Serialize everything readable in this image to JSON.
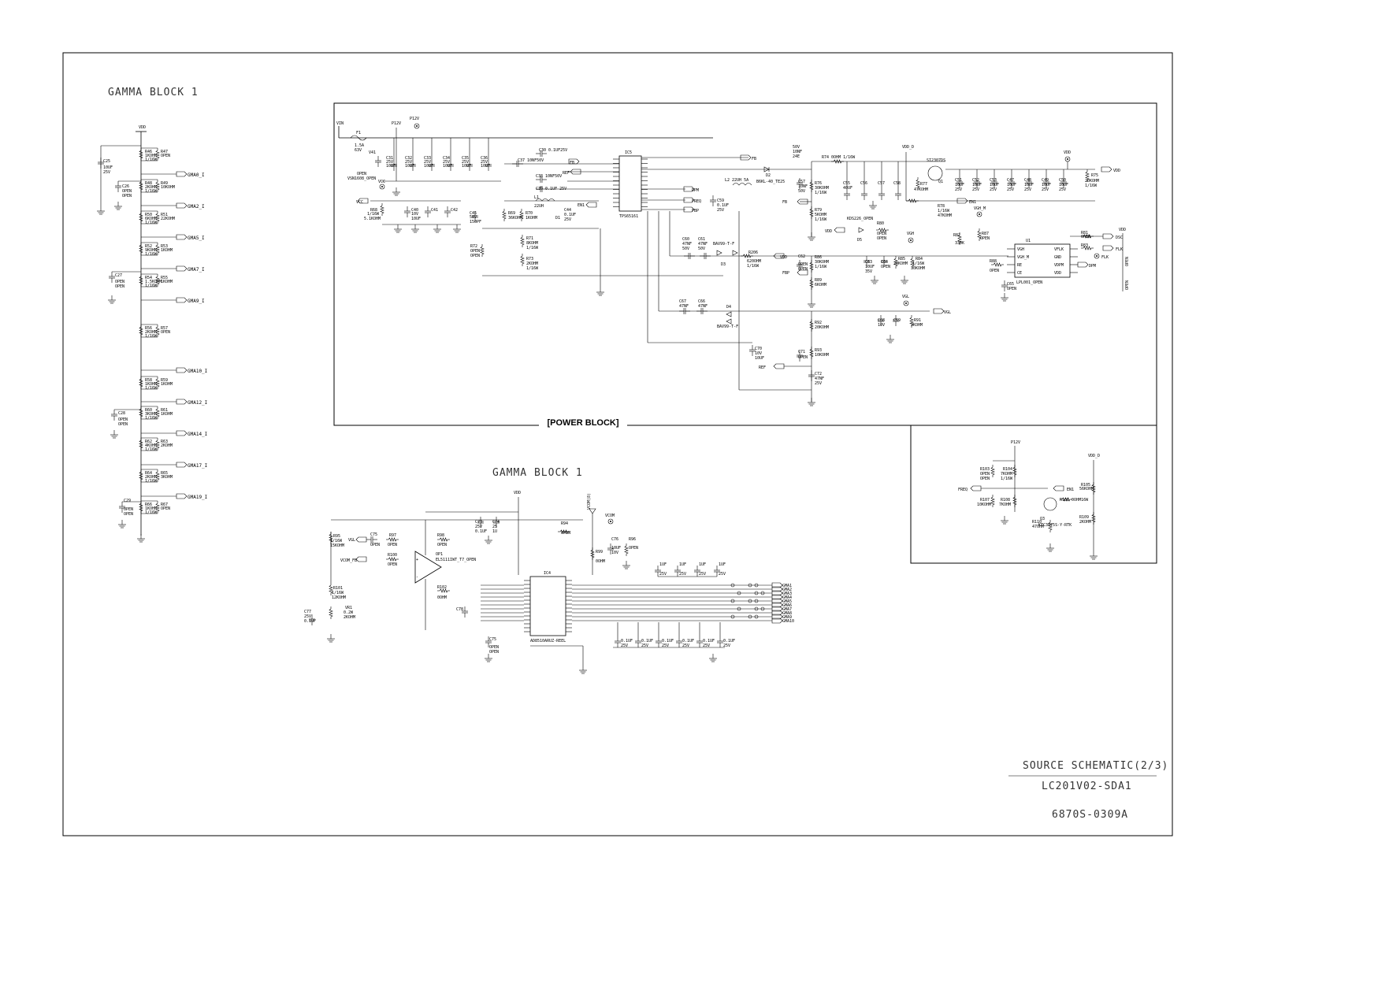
{
  "titles": {
    "gamma1": "GAMMA BLOCK 1",
    "gamma2": "GAMMA BLOCK 1",
    "power": "[POWER BLOCK]"
  },
  "title_block": {
    "title": "SOURCE SCHEMATIC(2/3)",
    "model": "LC201V02-SDA1",
    "doc_no": "6870S-0309A"
  },
  "nets": {
    "vdd": "VDD",
    "vin": "VIN",
    "p12v": "P12V",
    "vdd_d": "VDD_D",
    "vgh": "VGH",
    "vgl": "VGL",
    "vcc": "VCC",
    "vcom": "VCOM",
    "vcom_fb": "VCOM_FB",
    "freq": "FREQ",
    "fbp": "FBP",
    "fb": "FB",
    "fbn": "FBN",
    "ref": "REF",
    "en1": "EN1",
    "dpm": "DPM",
    "dsc": "DSC",
    "flk": "FLK",
    "vgh_m": "VGH_M",
    "vcom_8": "VCOM(8)"
  },
  "gamma_outputs": [
    "GMA0_I",
    "GMA2_I",
    "GMA5_I",
    "GMA7_I",
    "GMA9_I",
    "GMA10_I",
    "GMA12_I",
    "GMA14_I",
    "GMA17_I",
    "GMA19_I"
  ],
  "gamma_resistors": [
    {
      "ref": "R46",
      "val": "1KOHM",
      "ref2": "R47",
      "val2": "OPEN"
    },
    {
      "ref": "R48",
      "val": "2KOHM",
      "ref2": "R49",
      "val2": "10KOHM"
    },
    {
      "ref": "R50",
      "val": "6KOHM",
      "ref2": "R51",
      "val2": "22KOHM"
    },
    {
      "ref": "R52",
      "val": "9KOHM",
      "ref2": "R53",
      "val2": "1KOHM"
    },
    {
      "ref": "R54",
      "val": "1.5KOHM",
      "ref2": "R55",
      "val2": "1KOHM"
    },
    {
      "ref": "R56",
      "val": "2KOHM",
      "ref2": "R57",
      "val2": "OPEN"
    },
    {
      "ref": "R58",
      "val": "1KOHM",
      "ref2": "R59",
      "val2": "1KOHM"
    },
    {
      "ref": "R60",
      "val": "3KOHM",
      "ref2": "R61",
      "val2": "1KOHM"
    },
    {
      "ref": "R62",
      "val": "4KOHM",
      "ref2": "R63",
      "val2": "2KOHM"
    },
    {
      "ref": "R64",
      "val": "2KOHM",
      "ref2": "R65",
      "val2": "3KOHM"
    },
    {
      "ref": "R66",
      "val": "1KOHM",
      "ref2": "R67",
      "val2": "OPEN"
    }
  ],
  "power_caps": [
    {
      "ref": "C31",
      "v": "25V",
      "val": "10UF"
    },
    {
      "ref": "C32",
      "v": "25V",
      "val": "10UF"
    },
    {
      "ref": "C33",
      "v": "25V",
      "val": "10UF"
    },
    {
      "ref": "C34",
      "v": "25V",
      "val": "10UF"
    },
    {
      "ref": "C35",
      "v": "25V",
      "val": "10UF"
    },
    {
      "ref": "C36",
      "v": "25V",
      "val": "10UF"
    }
  ],
  "vdd_caps": [
    {
      "ref": "C51",
      "v": "25V",
      "val": "10UF"
    },
    {
      "ref": "C52",
      "v": "25V",
      "val": "10UF"
    },
    {
      "ref": "C53",
      "v": "25V",
      "val": "10UF"
    },
    {
      "ref": "C47",
      "v": "25V",
      "val": "10UF"
    },
    {
      "ref": "C48",
      "v": "25V",
      "val": "10UF"
    },
    {
      "ref": "C49",
      "v": "25V",
      "val": "10UF"
    },
    {
      "ref": "C50",
      "v": "25V",
      "val": "10UF"
    }
  ],
  "ic5": {
    "ref": "IC5",
    "part": "TPS65161"
  },
  "u1": {
    "ref": "U1",
    "part": "LPL001_OPEN",
    "pins_left": [
      "VGH",
      "VGH_M",
      "RE",
      "CE"
    ],
    "pins_right": [
      "VFLK",
      "GND",
      "VDPM",
      "VDD"
    ]
  },
  "ic4": {
    "ref": "IC4",
    "part": "AD8510ARUZ-REEL"
  },
  "op1": {
    "ref": "OP1",
    "part": "EL5111IWT_T7_OPEN"
  },
  "q1": {
    "ref": "Q1",
    "part": "SI2307DS"
  },
  "q3": {
    "ref": "Q3",
    "part": "KTC3875S-Y-RTK"
  },
  "d2": "B6KL-40_TE25",
  "l1": "22UH",
  "l2": "L2 22UH 5A",
  "f1": {
    "ref": "F1",
    "rating": "1.5A",
    "v": "63V"
  },
  "gma_bus": [
    "GMA1",
    "GMA2",
    "GMA3",
    "GMA4",
    "GMA5",
    "GMA6",
    "GMA7",
    "GMA8",
    "GMA9",
    "GMA10"
  ],
  "misc_labels": {
    "r74": "R74 0OHM 1/16W",
    "r100": "R100",
    "r102": "R102",
    "r104": "R104",
    "vr1": "VR1",
    "open": "OPEN"
  }
}
